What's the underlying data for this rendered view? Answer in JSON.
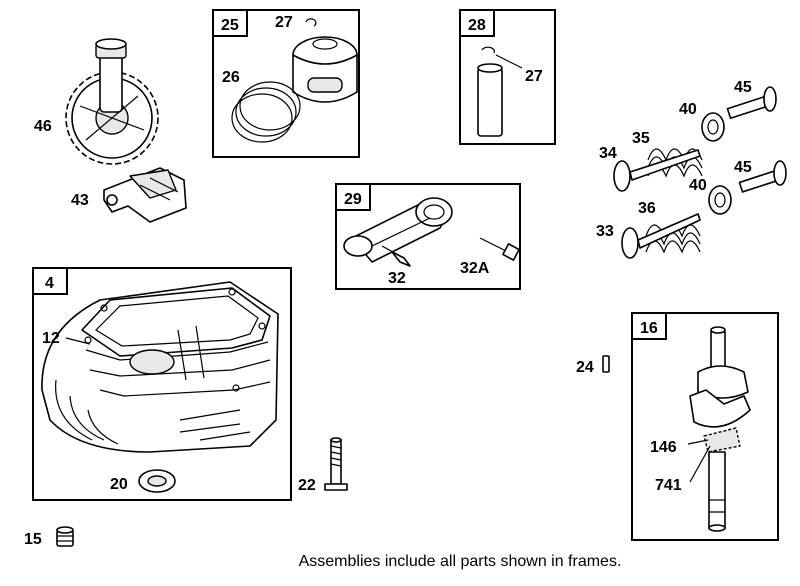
{
  "caption": "Assemblies include all parts shown in frames.",
  "frames": {
    "f25": "25",
    "f28": "28",
    "f29": "29",
    "f4": "4",
    "f16": "16"
  },
  "labels": {
    "l27a": "27",
    "l26": "26",
    "l27b": "27",
    "l46": "46",
    "l43": "43",
    "l32": "32",
    "l32a": "32A",
    "l45a": "45",
    "l40a": "40",
    "l35": "35",
    "l34": "34",
    "l45b": "45",
    "l40b": "40",
    "l36": "36",
    "l33": "33",
    "l12": "12",
    "l20": "20",
    "l22": "22",
    "l15": "15",
    "l24": "24",
    "l146": "146",
    "l741": "741"
  }
}
